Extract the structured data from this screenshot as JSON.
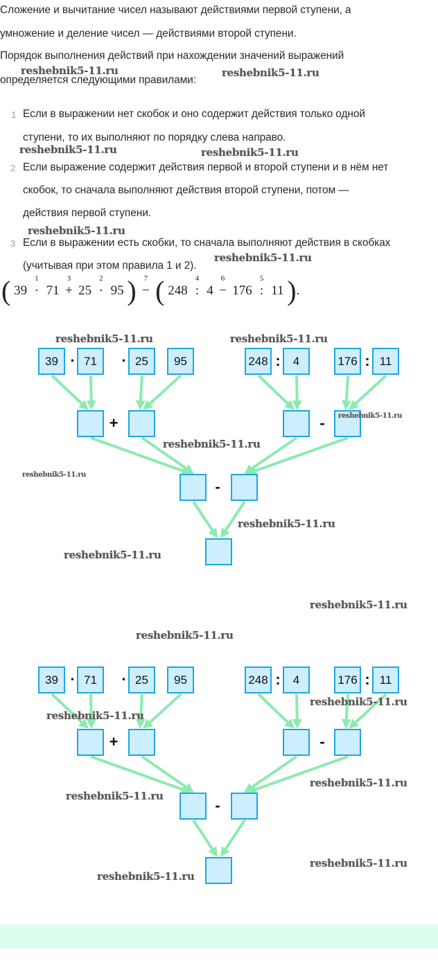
{
  "intro": {
    "lines": [
      "Сложение и вычитание чисел называют действиями первой ступени, а",
      "умножение и деление чисел — действиями второй ступени.",
      "Порядок выполнения действий при нахождении значений выражений",
      "определяется следующими правилами:"
    ]
  },
  "rules": [
    {
      "number": "1",
      "lines": [
        "Если в выражении нет скобок и оно содержит действия только одной",
        "ступени, то их выполняют по порядку слева направо."
      ]
    },
    {
      "number": "2",
      "lines": [
        "Если выражение содержит действия первой и второй ступени и в нём нет",
        "скобок, то сначала выполняют действия второй ступени, потом —",
        "действия первой ступени."
      ]
    },
    {
      "number": "3",
      "lines": [
        "Если в выражении есть скобки, то сначала выполняют действия в скобках",
        "(учитывая при этом правила 1 и 2)."
      ]
    }
  ],
  "formula": {
    "open1": "(",
    "a": "39",
    "op1": "·",
    "ord1": "1",
    "b": "71",
    "op3": "+",
    "ord3": "3",
    "c": "25",
    "op2": "·",
    "ord2": "2",
    "d": "95",
    "close1": ")",
    "op7": "−",
    "ord7": "7",
    "open2": "(",
    "e": "248",
    "op4": ":",
    "ord4": "4",
    "f": "4",
    "op6": "−",
    "ord6": "6",
    "g": "176",
    "op5": ":",
    "ord5": "5",
    "h": "11",
    "close2": ")",
    "end": "."
  },
  "diagrams": [
    {
      "top": [
        "39",
        "71",
        "25",
        "95",
        "248",
        "4",
        "176",
        "11"
      ],
      "top_ops": [
        "·",
        "·",
        ":",
        ":"
      ],
      "mid_ops": [
        "+",
        "-"
      ],
      "low_op": "-",
      "mid_values": [
        "",
        "",
        "",
        ""
      ],
      "low_values": [
        "",
        ""
      ],
      "result": ""
    },
    {
      "top": [
        "39",
        "71",
        "25",
        "95",
        "248",
        "4",
        "176",
        "11"
      ],
      "top_ops": [
        "·",
        "·",
        ":",
        ":"
      ],
      "mid_ops": [
        "+",
        "-"
      ],
      "low_op": "-",
      "mid_values": [
        "",
        "",
        "",
        ""
      ],
      "low_values": [
        "",
        ""
      ],
      "result": ""
    }
  ],
  "watermark": "reshebnik5-11.ru",
  "colors": {
    "box_border": "#1ea6e0",
    "box_fill": "#cdeefc",
    "arrow": "#8ceab0",
    "band": "#dcfdec"
  }
}
